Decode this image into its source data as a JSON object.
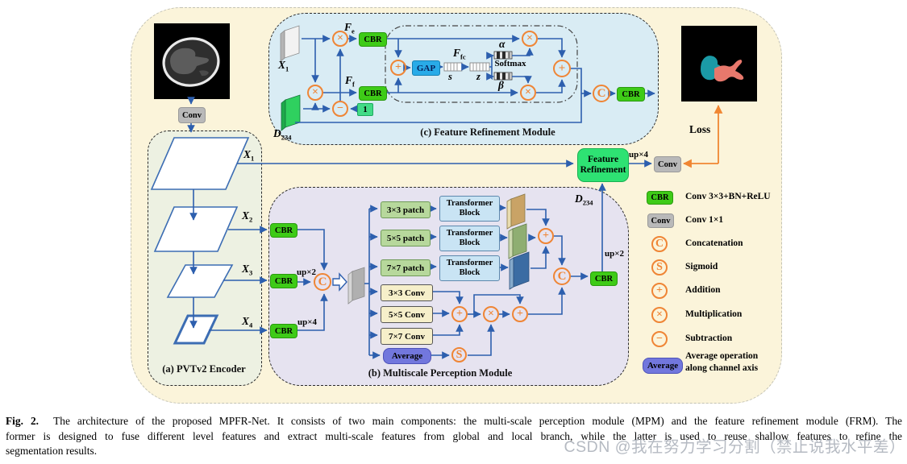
{
  "common": {
    "cbr": "CBR",
    "conv": "Conv",
    "up2": "up×2",
    "up4": "up×4"
  },
  "ops": {
    "add": "+",
    "mul": "×",
    "sub": "−",
    "concat": "C",
    "sigmoid": "S"
  },
  "encoder": {
    "title": "(a) PVTv2 Encoder",
    "features": [
      {
        "base": "X",
        "sub": "1"
      },
      {
        "base": "X",
        "sub": "2"
      },
      {
        "base": "X",
        "sub": "3"
      },
      {
        "base": "X",
        "sub": "4"
      }
    ]
  },
  "mpm": {
    "title": "(b) Multiscale Perception Module",
    "patches": [
      "3×3 patch",
      "5×5 patch",
      "7×7 patch"
    ],
    "transformer_block": [
      "Transformer",
      "Block"
    ],
    "convs": [
      "3×3 Conv",
      "5×5 Conv",
      "7×7 Conv"
    ],
    "average": "Average",
    "d234": {
      "base": "D",
      "sub": "234"
    }
  },
  "frm": {
    "title": "(c) Feature Refinement Module",
    "x1": {
      "base": "X",
      "sub": "1"
    },
    "d234": {
      "base": "D",
      "sub": "234"
    },
    "f_e": {
      "base": "F",
      "sub": "e"
    },
    "f_f": {
      "base": "F",
      "sub": "f"
    },
    "f_fc": {
      "base": "F",
      "sub": "fc"
    },
    "one": "1",
    "gap": "GAP",
    "s": "s",
    "z": "z",
    "softmax": "Softmax",
    "alpha": "α",
    "beta": "β"
  },
  "refine": {
    "label_lines": [
      "Feature",
      "Refinement"
    ],
    "loss": "Loss"
  },
  "legend": {
    "items": [
      {
        "icon": "CBR",
        "desc": "Conv 3×3+BN+ReLU"
      },
      {
        "icon": "Conv",
        "desc": "Conv 1×1"
      },
      {
        "icon": "C",
        "desc": "Concatenation"
      },
      {
        "icon": "S",
        "desc": "Sigmoid"
      },
      {
        "icon": "+",
        "desc": "Addition"
      },
      {
        "icon": "×",
        "desc": "Multiplication"
      },
      {
        "icon": "−",
        "desc": "Subtraction"
      },
      {
        "icon": "Average",
        "desc": "Average operation along channel axis"
      }
    ]
  },
  "caption": {
    "fig": "Fig. 2.",
    "lines": [
      "The architecture of the proposed MPFR-Net. It consists of two main components: the multi-scale perception module (MPM) and the feature refinement module (FRM). The",
      "former is designed to fuse different level features and extract multi-scale features from global and local branch, while the latter is used to reuse shallow features to refine the",
      "segmentation results."
    ]
  },
  "watermark": "CSDN @我在努力学习分割（禁止说我水平差）",
  "colors": {
    "canvas": "#fbf4da",
    "panel_a": "#edf1e2",
    "panel_b": "#e6e3f0",
    "panel_c": "#d9ecf4",
    "cbr_green": "#3ecb17",
    "fr_green": "#2ee273",
    "gap_blue": "#29abe8",
    "avg_purple": "#7277dd",
    "arrow_blue": "#2d5fae",
    "op_orange": "#ef8535",
    "loss_orange": "#f08632"
  }
}
